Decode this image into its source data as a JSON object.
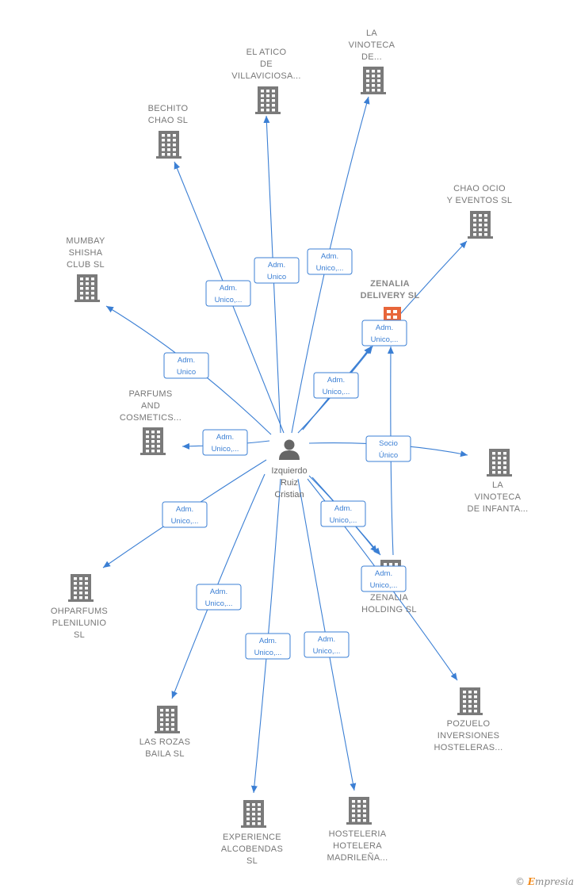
{
  "colors": {
    "edge": "#3b7fd4",
    "building": "#7a7a7a",
    "focus_building": "#e8663a",
    "person": "#666666"
  },
  "person": {
    "lines": [
      "Izquierdo",
      "Ruiz",
      "Cristian"
    ],
    "icon": "person-icon"
  },
  "companies": [
    {
      "id": "el-atico",
      "lines": [
        "EL ATICO",
        "DE",
        "VILLAVICIOSA..."
      ],
      "icon": "building-icon"
    },
    {
      "id": "la-vinoteca-de",
      "lines": [
        "LA",
        "VINOTECA",
        "DE..."
      ],
      "icon": "building-icon"
    },
    {
      "id": "bechito-chao",
      "lines": [
        "BECHITO",
        "CHAO  SL"
      ],
      "icon": "building-icon"
    },
    {
      "id": "chao-ocio",
      "lines": [
        "CHAO OCIO",
        "Y EVENTOS  SL"
      ],
      "icon": "building-icon"
    },
    {
      "id": "mumbay-shisha",
      "lines": [
        "MUMBAY",
        "SHISHA",
        "CLUB  SL"
      ],
      "icon": "building-icon"
    },
    {
      "id": "zenalia-delivery",
      "lines": [
        "ZENALIA",
        "DELIVERY  SL"
      ],
      "icon": "building-icon",
      "focus": true
    },
    {
      "id": "parfums-cosmetics",
      "lines": [
        "PARFUMS",
        "AND",
        "COSMETICS..."
      ],
      "icon": "building-icon"
    },
    {
      "id": "la-vinoteca-infanta",
      "lines": [
        "LA",
        "VINOTECA",
        "DE INFANTA..."
      ],
      "icon": "building-icon"
    },
    {
      "id": "ohparfums",
      "lines": [
        "OHPARFUMS",
        "PLENILUNIO",
        "SL"
      ],
      "icon": "building-icon"
    },
    {
      "id": "zenalia-holding",
      "lines": [
        "ZENALIA",
        "HOLDING  SL"
      ],
      "icon": "building-icon"
    },
    {
      "id": "pozuelo-inversiones",
      "lines": [
        "POZUELO",
        "INVERSIONES",
        "HOSTELERAS..."
      ],
      "icon": "building-icon"
    },
    {
      "id": "las-rozas-baila",
      "lines": [
        "LAS ROZAS",
        "BAILA  SL"
      ],
      "icon": "building-icon"
    },
    {
      "id": "experience-alcobendas",
      "lines": [
        "EXPERIENCE",
        "ALCOBENDAS",
        "SL"
      ],
      "icon": "building-icon"
    },
    {
      "id": "hosteleria-hotelera",
      "lines": [
        "HOSTELERIA",
        "HOTELERA",
        "MADRILEÑA..."
      ],
      "icon": "building-icon"
    }
  ],
  "relations": [
    {
      "target": "el-atico",
      "lines": [
        "Adm.",
        "Unico"
      ]
    },
    {
      "target": "la-vinoteca-de",
      "lines": [
        "Adm.",
        "Unico,..."
      ]
    },
    {
      "target": "bechito-chao",
      "lines": [
        "Adm.",
        "Unico,..."
      ]
    },
    {
      "target": "mumbay-shisha",
      "lines": [
        "Adm.",
        "Unico"
      ]
    },
    {
      "target": "parfums-cosmetics",
      "lines": [
        "Adm.",
        "Unico,..."
      ]
    },
    {
      "target": "zenalia-delivery",
      "lines": [
        "Adm.",
        "Unico,..."
      ]
    },
    {
      "target": "chao-ocio",
      "lines": [
        "Adm.",
        "Unico,..."
      ]
    },
    {
      "target": "la-vinoteca-infanta",
      "lines": [
        "Socio",
        "Único"
      ]
    },
    {
      "target": "ohparfums",
      "lines": [
        "Adm.",
        "Unico,..."
      ]
    },
    {
      "target": "zenalia-holding",
      "lines": [
        "Adm.",
        "Unico,..."
      ]
    },
    {
      "target": "pozuelo-inversiones",
      "lines": [
        "Adm.",
        "Unico,..."
      ]
    },
    {
      "target": "las-rozas-baila",
      "lines": [
        "Adm.",
        "Unico,..."
      ]
    },
    {
      "target": "experience-alcobendas",
      "lines": [
        "Adm.",
        "Unico,..."
      ]
    },
    {
      "target": "hosteleria-hotelera",
      "lines": [
        "Adm.",
        "Unico,..."
      ]
    }
  ],
  "footer": {
    "copyright": "©",
    "brand_initial": "E",
    "brand_rest": "mpresia"
  }
}
